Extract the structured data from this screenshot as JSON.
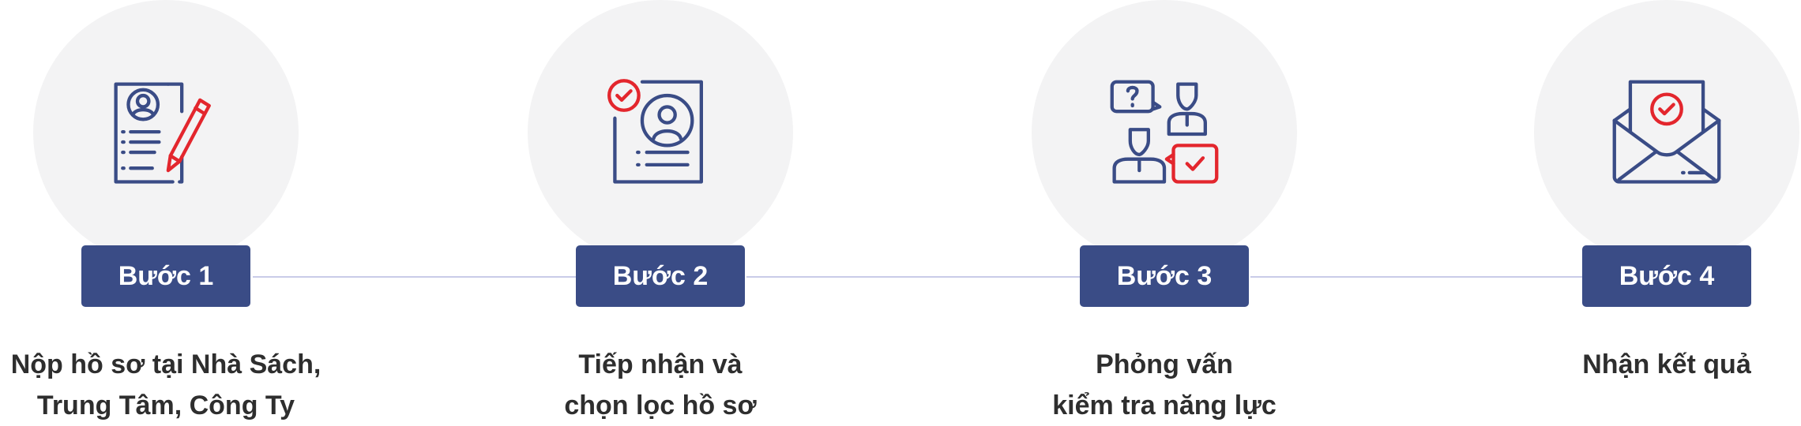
{
  "colors": {
    "primary": "#3a4c86",
    "accent": "#e3262d",
    "circle": "#f3f3f4",
    "connector": "#c9cce8",
    "text": "#2e2e2e"
  },
  "steps": [
    {
      "label": "Bước 1",
      "icon": "resume-pencil-icon",
      "lines": [
        "Nộp hồ sơ tại Nhà Sách,",
        "Trung Tâm, Công Ty"
      ]
    },
    {
      "label": "Bước 2",
      "icon": "resume-checked-icon",
      "lines": [
        "Tiếp nhận và",
        "chọn lọc hồ sơ"
      ]
    },
    {
      "label": "Bước 3",
      "icon": "interview-chat-icon",
      "lines": [
        "Phỏng vấn",
        "kiểm tra năng lực"
      ]
    },
    {
      "label": "Bước 4",
      "icon": "envelope-checked-icon",
      "lines": [
        "Nhận kết quả"
      ]
    }
  ]
}
